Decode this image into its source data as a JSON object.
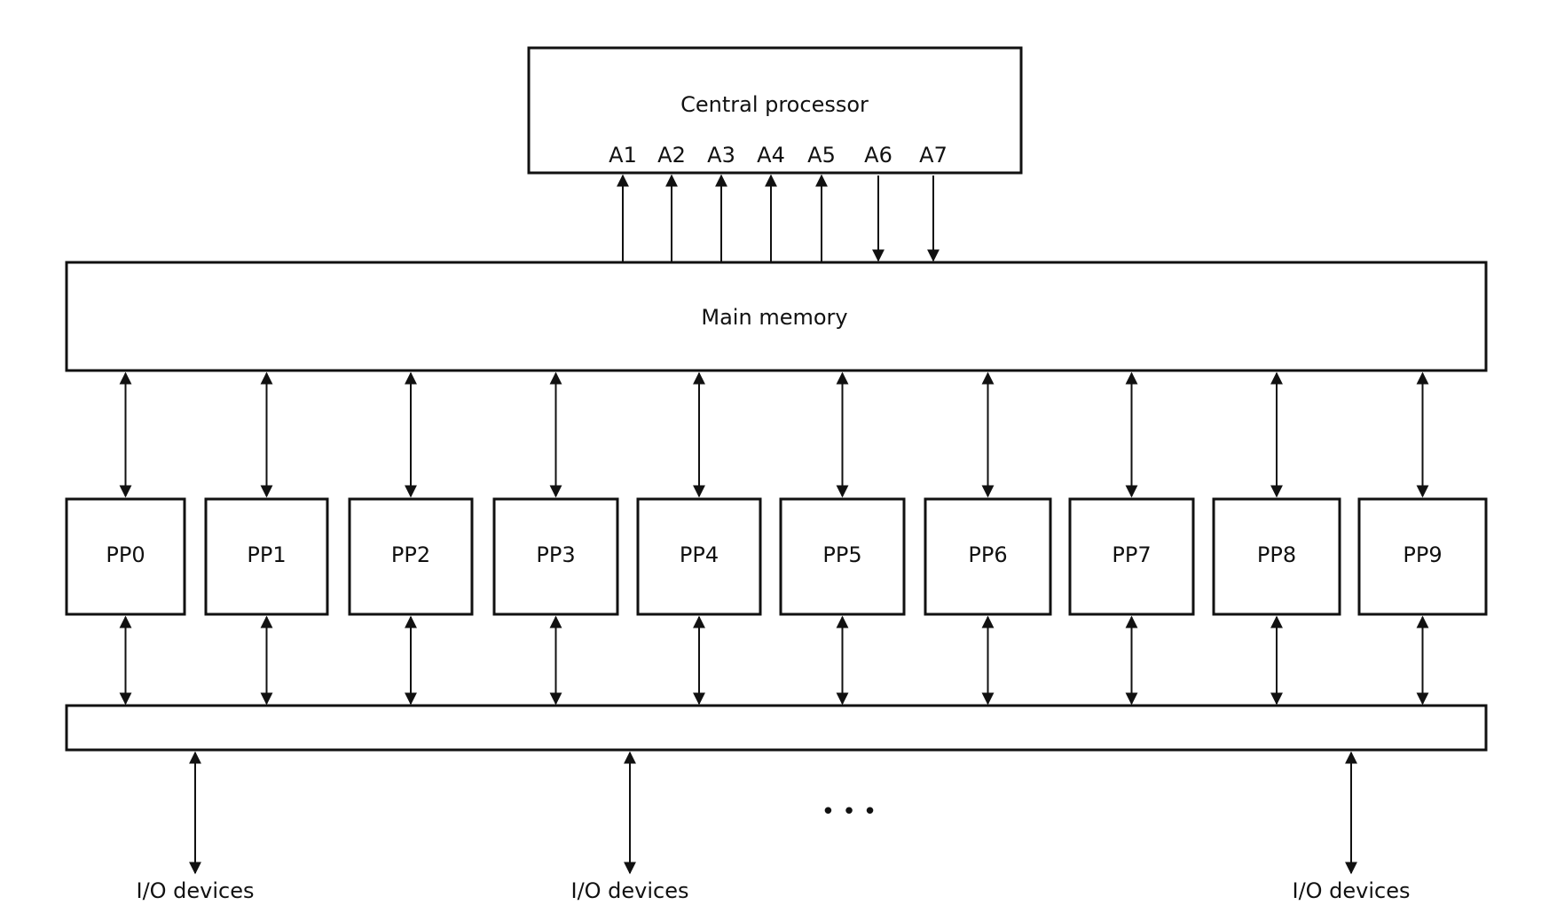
{
  "central_processor": {
    "label": "Central processor",
    "channels": [
      {
        "label": "A1",
        "direction": "up"
      },
      {
        "label": "A2",
        "direction": "up"
      },
      {
        "label": "A3",
        "direction": "up"
      },
      {
        "label": "A4",
        "direction": "up"
      },
      {
        "label": "A5",
        "direction": "up"
      },
      {
        "label": "A6",
        "direction": "down"
      },
      {
        "label": "A7",
        "direction": "down"
      }
    ]
  },
  "main_memory": {
    "label": "Main memory"
  },
  "peripheral_processors": [
    "PP0",
    "PP1",
    "PP2",
    "PP3",
    "PP4",
    "PP5",
    "PP6",
    "PP7",
    "PP8",
    "PP9"
  ],
  "io_devices": [
    "I/O devices",
    "I/O devices",
    "I/O devices"
  ],
  "ellipsis": "• • •"
}
